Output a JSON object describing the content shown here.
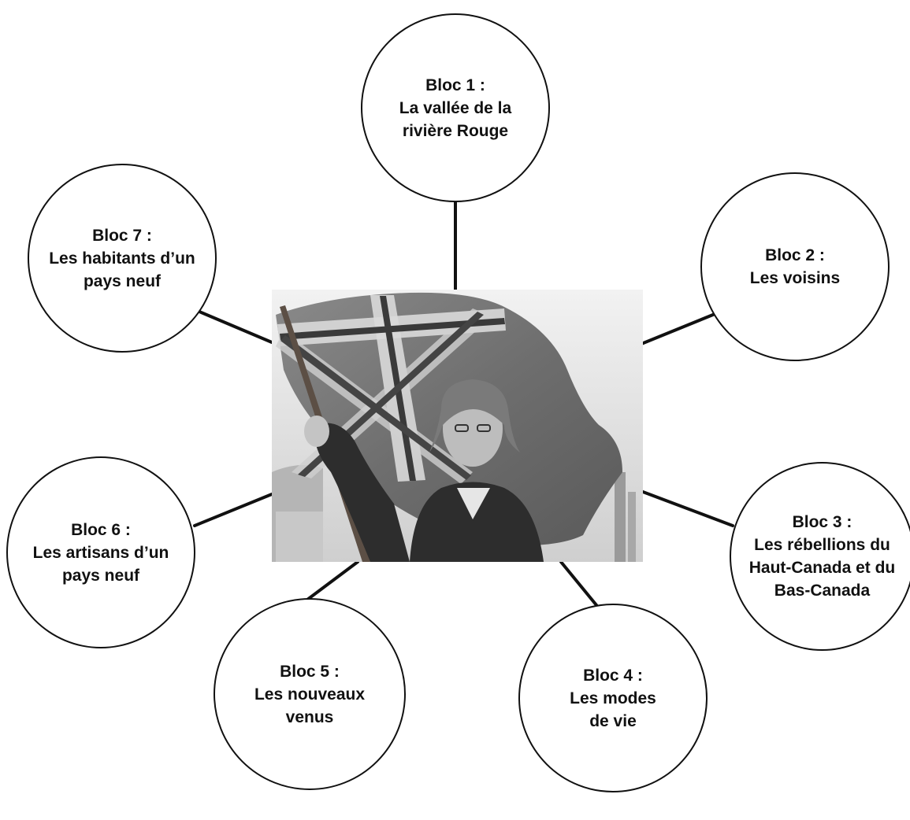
{
  "blocks": [
    {
      "id": "n1",
      "heading": "Bloc 1 :",
      "lines": [
        "La vallée de la",
        "rivière Rouge"
      ]
    },
    {
      "id": "n2",
      "heading": "Bloc 2 :",
      "lines": [
        "Les voisins"
      ]
    },
    {
      "id": "n3",
      "heading": "Bloc 3 :",
      "lines": [
        "Les rébellions du",
        "Haut-Canada et du",
        "Bas-Canada"
      ]
    },
    {
      "id": "n4",
      "heading": "Bloc 4 :",
      "lines": [
        "Les modes",
        "de vie"
      ]
    },
    {
      "id": "n5",
      "heading": "Bloc 5 :",
      "lines": [
        "Les nouveaux",
        "venus"
      ]
    },
    {
      "id": "n6",
      "heading": "Bloc 6 :",
      "lines": [
        "Les artisans d’un",
        "pays neuf"
      ]
    },
    {
      "id": "n7",
      "heading": "Bloc 7 :",
      "lines": [
        "Les habitants d’un",
        "pays neuf"
      ]
    }
  ],
  "center_image": {
    "description_icon": "flag-portrait-icon"
  },
  "colors": {
    "line": "#111111",
    "circle_border": "#111111",
    "background": "#ffffff"
  }
}
